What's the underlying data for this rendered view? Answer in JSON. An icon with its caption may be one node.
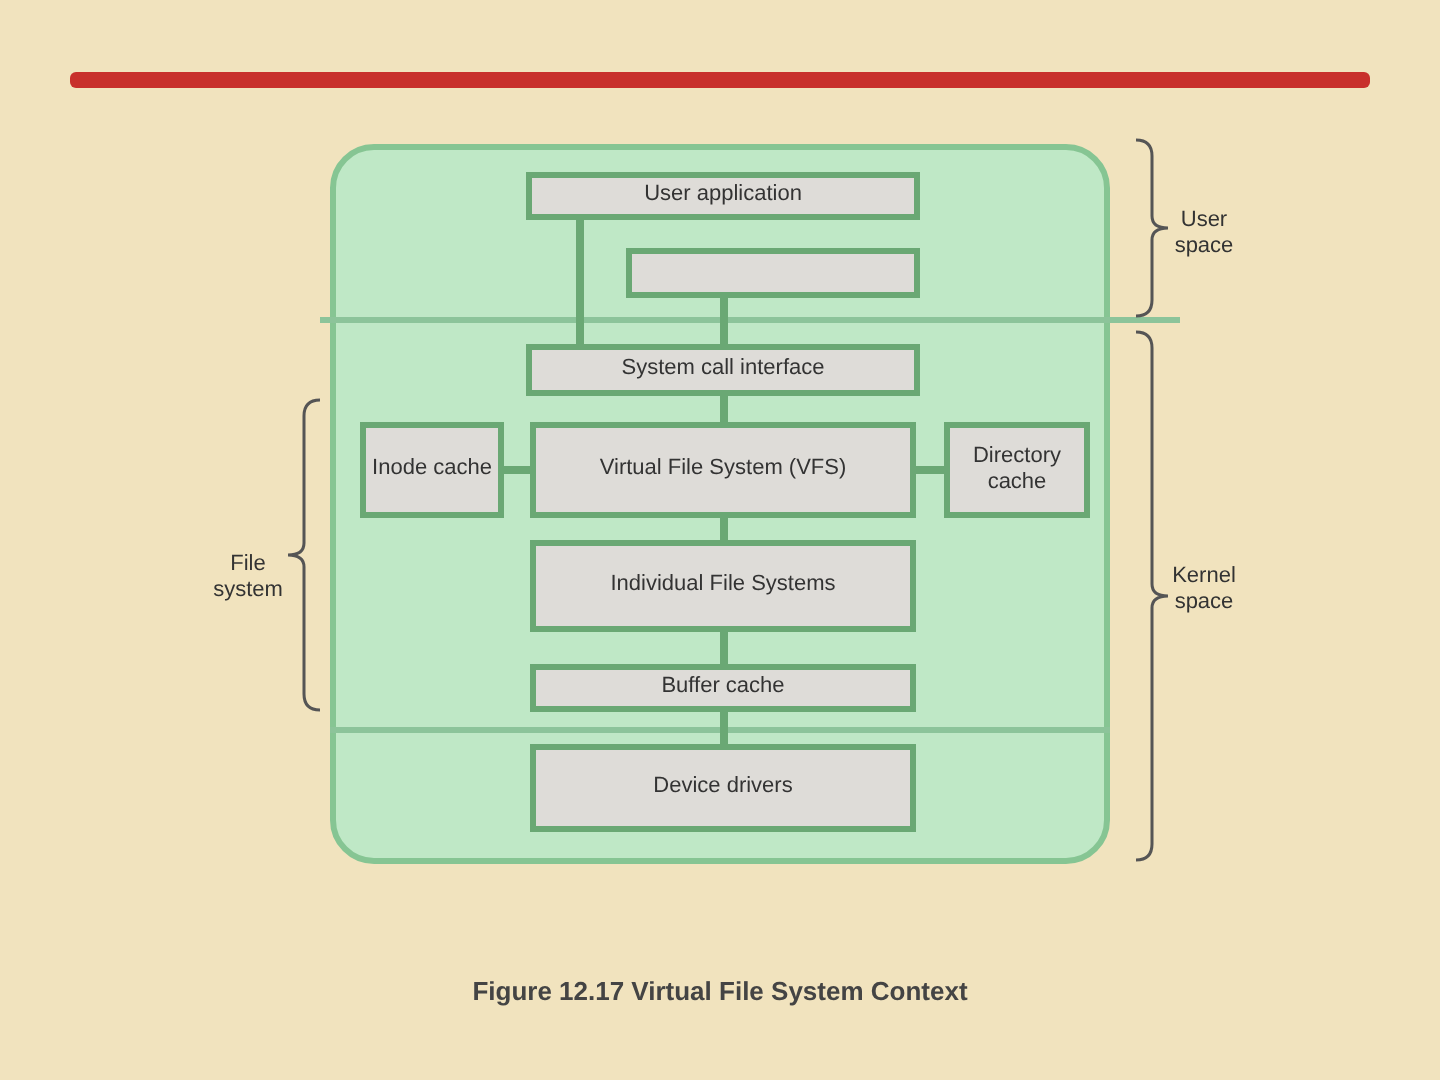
{
  "diagram": {
    "caption": "Figure 12.17 Virtual File System Context",
    "nodes": [
      {
        "text": [],
        "shape": "box"
      },
      {
        "text": [
          "User application"
        ],
        "in": 0
      },
      {
        "text": [],
        "shape": "box",
        "in": 0
      },
      {
        "text": [
          "System call interface"
        ],
        "in": 0
      },
      {
        "text": [
          "Inode cache"
        ],
        "in": 0
      },
      {
        "text": [
          "Virtual File System (VFS)"
        ],
        "in": 0
      },
      {
        "text": [
          "Directory cache"
        ],
        "in": 0
      },
      {
        "text": [
          "Individual File Systems"
        ],
        "in": 0
      },
      {
        "text": [
          "Buffer cache"
        ],
        "in": 0
      },
      {
        "text": [
          "Device drivers"
        ],
        "in": 0
      }
    ],
    "edges": [
      {
        "from": 1,
        "to": 3,
        "arrow": "none"
      },
      {
        "from": 2,
        "to": 3,
        "arrow": "none"
      },
      {
        "from": 3,
        "to": 5,
        "arrow": "none"
      },
      {
        "from": 4,
        "to": 5,
        "arrow": "none"
      },
      {
        "from": 5,
        "to": 6,
        "arrow": "none"
      },
      {
        "from": 5,
        "to": 7,
        "arrow": "none"
      },
      {
        "from": 7,
        "to": 8,
        "arrow": "none"
      },
      {
        "from": 8,
        "to": 9,
        "arrow": "none"
      }
    ],
    "labels": [
      "User space",
      "File system",
      "Kernel space"
    ]
  }
}
